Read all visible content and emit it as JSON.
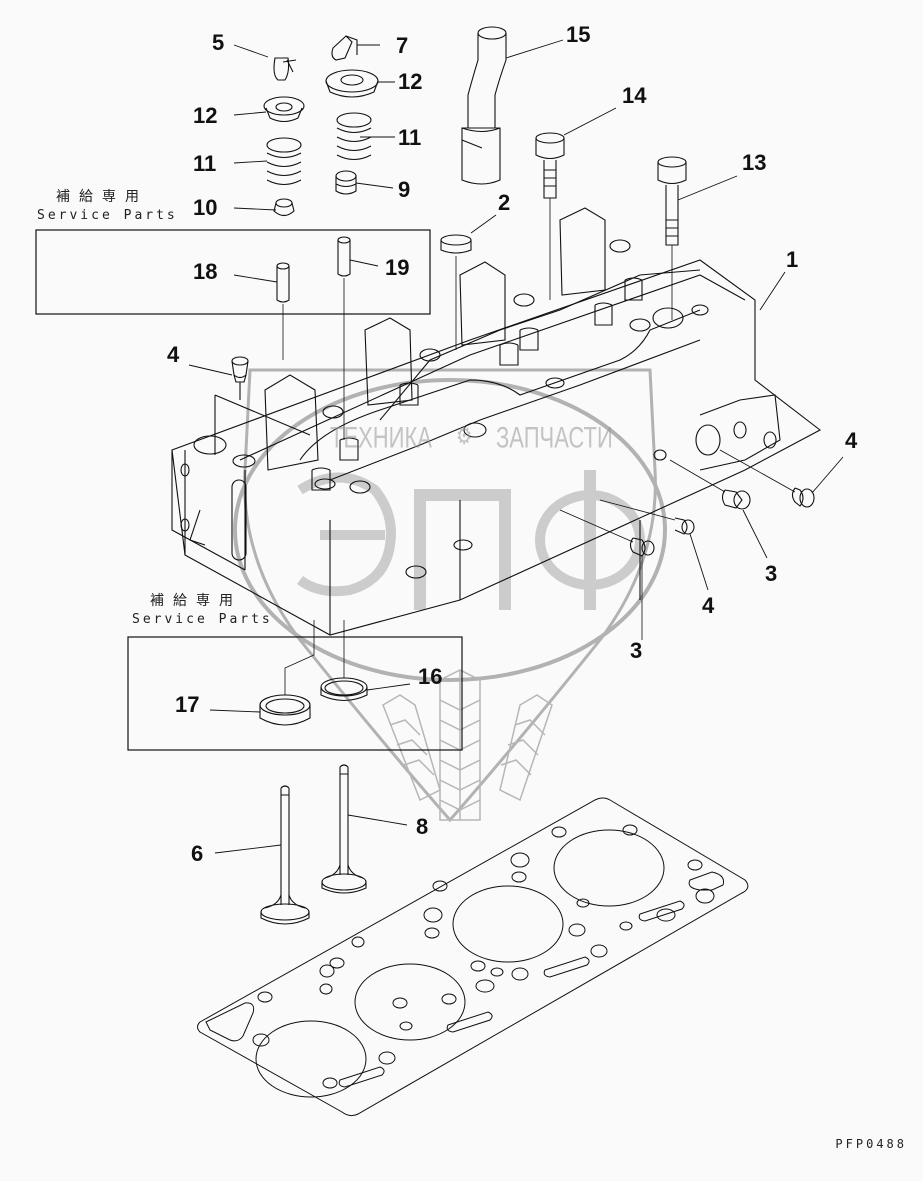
{
  "diagram": {
    "title": "Cylinder head assembly exploded parts diagram",
    "drawing_code": "PFP0488",
    "service_parts_groups": [
      {
        "label_jp": "補給専用",
        "label_en": "Service Parts",
        "items": [
          "18",
          "19"
        ]
      },
      {
        "label_jp": "補給専用",
        "label_en": "Service Parts",
        "items": [
          "17",
          "16"
        ]
      }
    ],
    "callouts": [
      {
        "id": "c5",
        "number": "5",
        "part": "valve cotter (left)"
      },
      {
        "id": "c7",
        "number": "7",
        "part": "valve cotter (right)"
      },
      {
        "id": "c12a",
        "number": "12",
        "part": "spring retainer (right)"
      },
      {
        "id": "c12b",
        "number": "12",
        "part": "spring retainer (left)"
      },
      {
        "id": "c11a",
        "number": "11",
        "part": "valve spring (left)"
      },
      {
        "id": "c11b",
        "number": "11",
        "part": "valve spring (right)"
      },
      {
        "id": "c9",
        "number": "9",
        "part": "valve stem seal"
      },
      {
        "id": "c10",
        "number": "10",
        "part": "valve stem seal"
      },
      {
        "id": "c15",
        "number": "15",
        "part": "hose"
      },
      {
        "id": "c14",
        "number": "14",
        "part": "bolt"
      },
      {
        "id": "c13",
        "number": "13",
        "part": "bolt"
      },
      {
        "id": "c2",
        "number": "2",
        "part": "plug cap"
      },
      {
        "id": "c1",
        "number": "1",
        "part": "cylinder head"
      },
      {
        "id": "c18",
        "number": "18",
        "part": "valve guide"
      },
      {
        "id": "c19",
        "number": "19",
        "part": "valve guide"
      },
      {
        "id": "c4a",
        "number": "4",
        "part": "plug (top-left)"
      },
      {
        "id": "c4b",
        "number": "4",
        "part": "plug (right)"
      },
      {
        "id": "c3a",
        "number": "3",
        "part": "plug (right)"
      },
      {
        "id": "c4c",
        "number": "4",
        "part": "plug (center)"
      },
      {
        "id": "c3b",
        "number": "3",
        "part": "plug (center)"
      },
      {
        "id": "c16",
        "number": "16",
        "part": "valve seat insert"
      },
      {
        "id": "c17",
        "number": "17",
        "part": "valve seat insert"
      },
      {
        "id": "c6",
        "number": "6",
        "part": "intake valve"
      },
      {
        "id": "c8",
        "number": "8",
        "part": "exhaust valve"
      }
    ],
    "watermark": {
      "top_left": "ТЕХНИКА",
      "top_right": "ЗАПЧАСТИ",
      "letters": "ЭПФ"
    }
  }
}
